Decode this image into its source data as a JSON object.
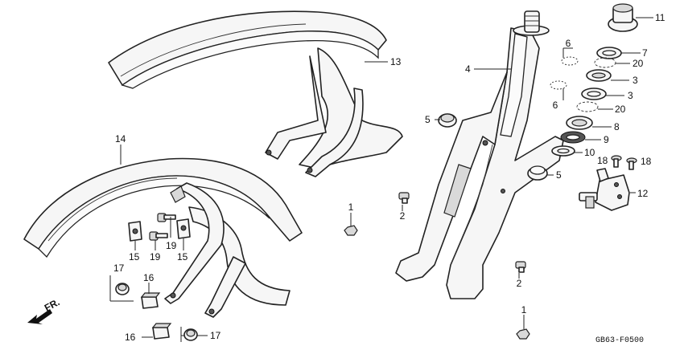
{
  "diagram": {
    "part_code": "GB63-F0500",
    "direction_label": "FR.",
    "callouts": {
      "c1a": "1",
      "c1b": "1",
      "c2a": "2",
      "c2b": "2",
      "c3a": "3",
      "c3b": "3",
      "c4": "4",
      "c5a": "5",
      "c5b": "5",
      "c6a": "6",
      "c6b": "6",
      "c7": "7",
      "c8": "8",
      "c9": "9",
      "c10": "10",
      "c11": "11",
      "c12": "12",
      "c13": "13",
      "c14": "14",
      "c15a": "15",
      "c15b": "15",
      "c16a": "16",
      "c16b": "16",
      "c17a": "17",
      "c17b": "17",
      "c18a": "18",
      "c18b": "18",
      "c19": "19",
      "c20a": "20",
      "c20b": "20"
    }
  }
}
